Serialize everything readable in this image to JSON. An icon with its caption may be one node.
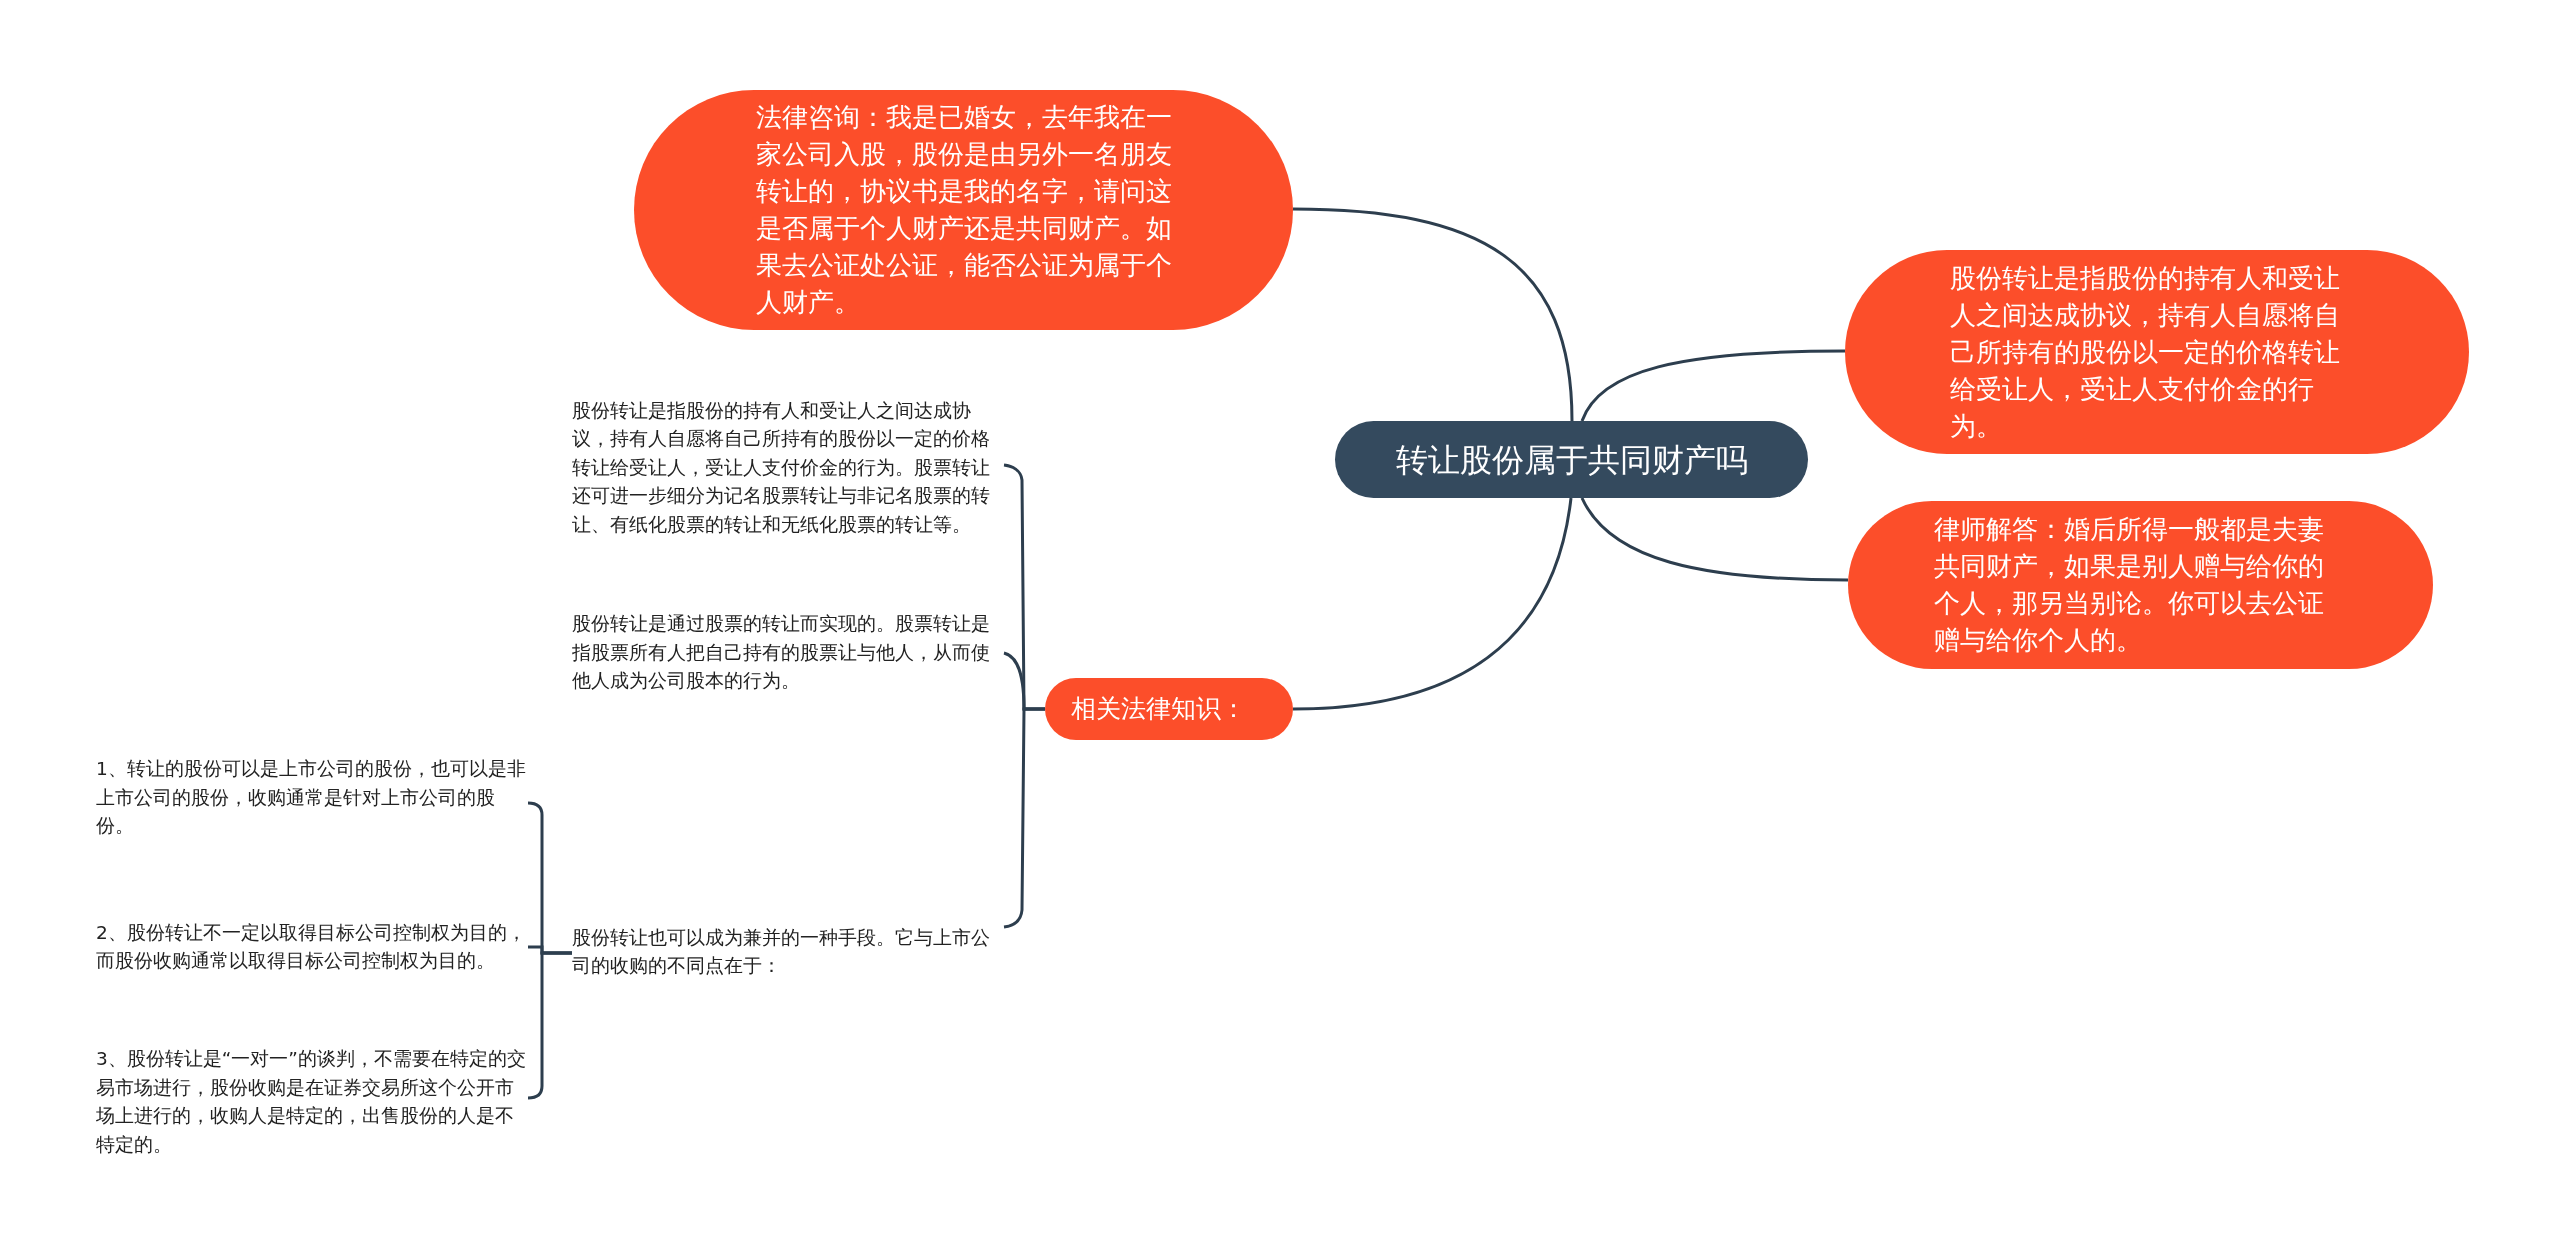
{
  "diagram": {
    "nodes": [
      {
        "text": [
          "转让股份属于共同财产吗"
        ]
      },
      {
        "text": [
          "法律咨询：我是已婚女，去年我在一家公司入股，股份是由另外一名朋友转让的，协议书是我的名字，请问这是否属于个人财产还是共同财产。如果去公证处公证，能否公证为属于个人财产。"
        ]
      },
      {
        "text": [
          "股份转让是指股份的持有人和受让人之间达成协议，持有人自愿将自己所持有的股份以一定的价格转让给受让人，受让人支付价金的行为。"
        ]
      },
      {
        "text": [
          "律师解答：婚后所得一般都是夫妻共同财产，如果是别人赠与给你的个人，那另当别论。你可以去公证赠与给你个人的。"
        ]
      },
      {
        "text": [
          "相关法律知识："
        ]
      },
      {
        "text": [
          "股份转让是指股份的持有人和受让人之间达成协议，持有人自愿将自己所持有的股份以一定的价格转让给受让人，受让人支付价金的行为。股票转让还可进一步细分为记名股票转让与非记名股票的转让、有纸化股票的转让和无纸化股票的转让等。"
        ]
      },
      {
        "text": [
          "股份转让是通过股票的转让而实现的。股票转让是指股票所有人把自己持有的股票让与他人，从而使他人成为公司股本的行为。"
        ]
      },
      {
        "text": [
          "股份转让也可以成为兼并的一种手段。它与上市公司的收购的不同点在于："
        ]
      },
      {
        "text": [
          "1、转让的股份可以是上市公司的股份，也可以是非上市公司的股份，收购通常是针对上市公司的股份。"
        ]
      },
      {
        "text": [
          "2、股份转让不一定以取得目标公司控制权为目的，而股份收购通常以取得目标公司控制权为目的。"
        ]
      },
      {
        "text": [
          "3、股份转让是“一对一”的谈判，不需要在特定的交易市场进行，股份收购是在证券交易所这个公开市场上进行的，收购人是特定的，出售股份的人是不特定的。"
        ]
      }
    ],
    "edges": [
      {
        "from": 0,
        "to": 1,
        "arrow": "none"
      },
      {
        "from": 0,
        "to": 2,
        "arrow": "none"
      },
      {
        "from": 0,
        "to": 3,
        "arrow": "none"
      },
      {
        "from": 0,
        "to": 4,
        "arrow": "none"
      },
      {
        "from": 4,
        "to": 5,
        "arrow": "none"
      },
      {
        "from": 4,
        "to": 6,
        "arrow": "none"
      },
      {
        "from": 4,
        "to": 7,
        "arrow": "none"
      },
      {
        "from": 7,
        "to": 8,
        "arrow": "none"
      },
      {
        "from": 7,
        "to": 9,
        "arrow": "none"
      },
      {
        "from": 7,
        "to": 10,
        "arrow": "none"
      }
    ]
  }
}
